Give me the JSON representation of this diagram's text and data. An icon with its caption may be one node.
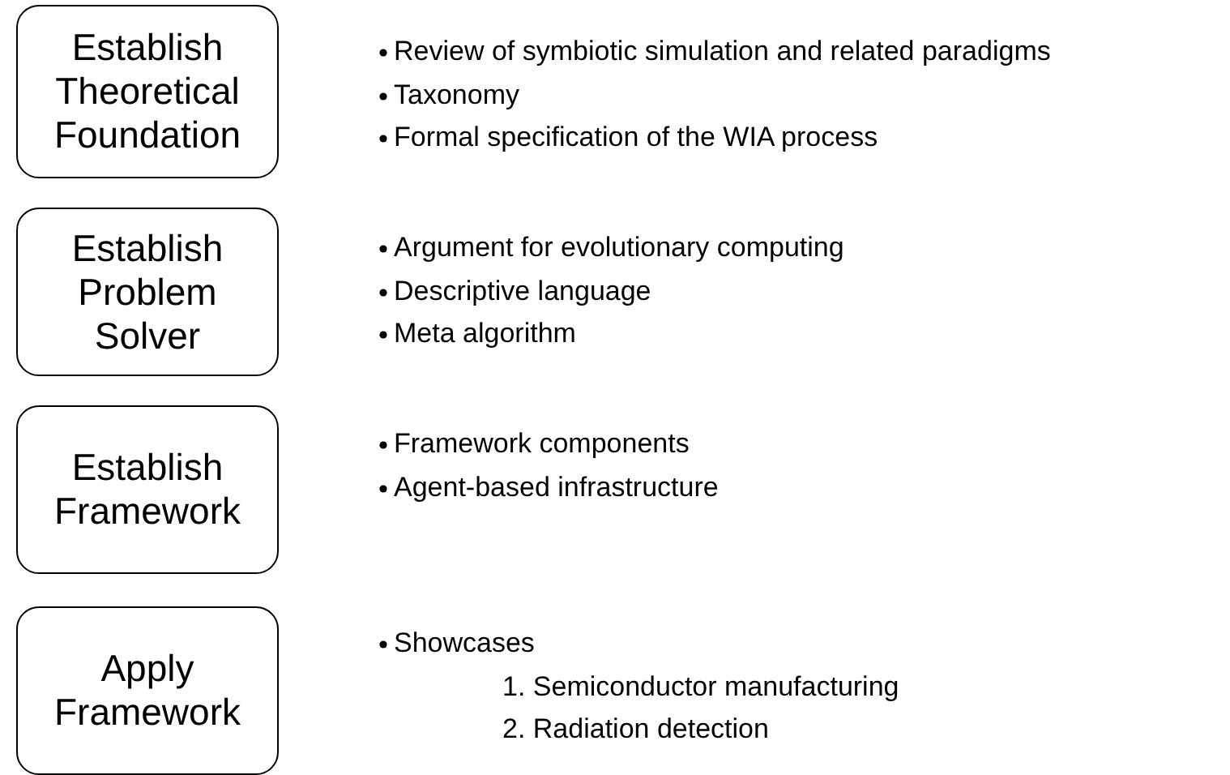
{
  "diagram": {
    "nodes": [
      {
        "text": [
          "Establish Theoretical Foundation"
        ],
        "beside": [
          "Review of symbiotic simulation and related paradigms",
          "Taxonomy",
          "Formal specification of the WIA process"
        ]
      },
      {
        "text": [
          "Establish Problem Solver"
        ],
        "beside": [
          "Argument for evolutionary computing",
          "Descriptive language",
          "Meta algorithm"
        ]
      },
      {
        "text": [
          "Establish Framework"
        ],
        "beside": [
          "Framework components",
          "Agent-based infrastructure"
        ]
      },
      {
        "text": [
          "Apply Framework"
        ],
        "beside": [
          "Showcases",
          "1. Semiconductor manufacturing",
          "2. Radiation detection"
        ]
      }
    ]
  }
}
